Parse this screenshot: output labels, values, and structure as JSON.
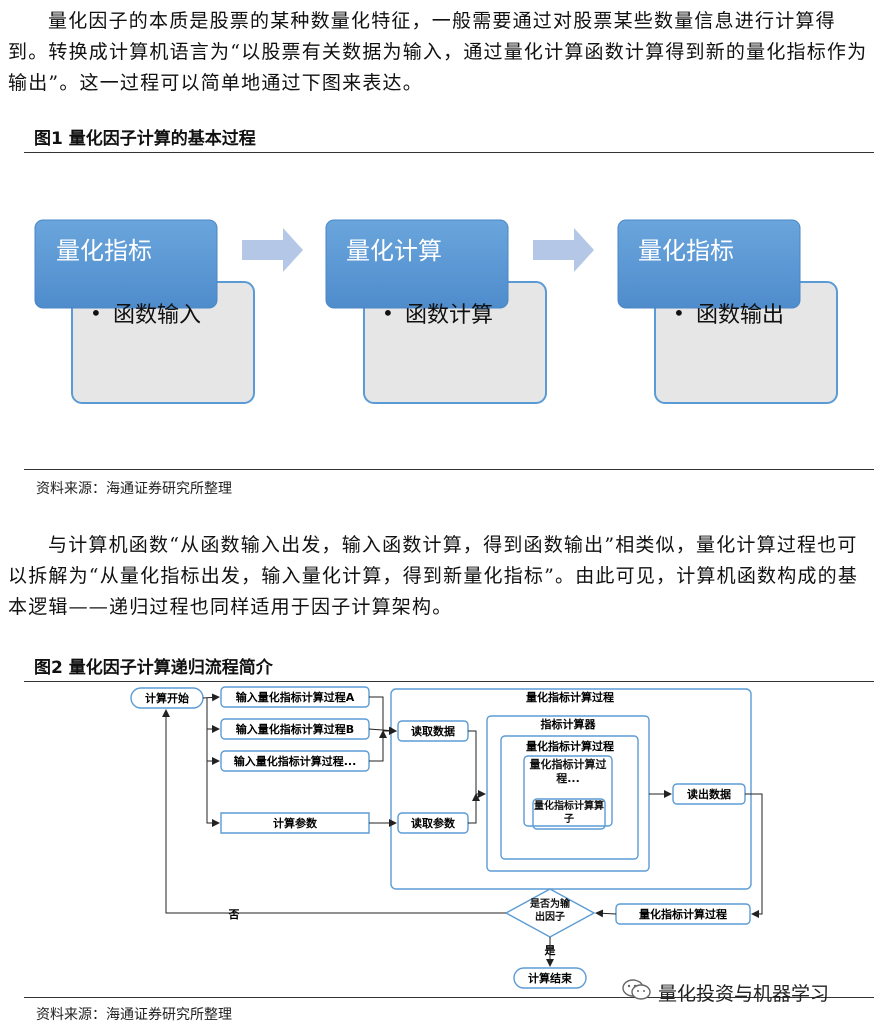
{
  "para1": "量化因子的本质是股票的某种数量化特征，一般需要通过对股票某些数量信息进行计算得到。转换成计算机语言为“以股票有关数据为输入，通过量化计算函数计算得到新的量化指标作为输出”。这一过程可以简单地通过下图来表达。",
  "fig1": {
    "title": "图1  量化因子计算的基本过程",
    "source": "资料来源：海通证券研究所整理",
    "boxes": [
      {
        "header": "量化指标",
        "bullet": "函数输入"
      },
      {
        "header": "量化计算",
        "bullet": "函数计算"
      },
      {
        "header": "量化指标",
        "bullet": "函数输出"
      }
    ],
    "colors": {
      "header": "#5b9bd5",
      "body": "#e6e6e6",
      "arrow": "#b4c7e7"
    }
  },
  "para2": "与计算机函数“从函数输入出发，输入函数计算，得到函数输出”相类似，量化计算过程也可以拆解为“从量化指标出发，输入量化计算，得到新量化指标”。由此可见，计算机函数构成的基本逻辑——递归过程也同样适用于因子计算架构。",
  "fig2": {
    "title": "图2  量化因子计算递归流程简介",
    "source": "资料来源：海通证券研究所整理",
    "start": "计算开始",
    "inputA": "输入量化指标计算过程A",
    "inputB": "输入量化指标计算过程B",
    "inputN": "输入量化指标计算过程...",
    "params": "计算参数",
    "outerProc": "量化指标计算过程",
    "read1": "读取数据",
    "read2": "读取参数",
    "calcGroup": "指标计算器",
    "innerProc": "量化指标计算过程",
    "innerInner": "量化指标计算过程...",
    "operator": "量化指标计算算子",
    "output": "读出数据",
    "procResult": "量化指标计算过程",
    "decision": "是否为输出因子",
    "no": "否",
    "yes": "是",
    "end": "计算结束"
  },
  "watermark": "量化投资与机器学习"
}
